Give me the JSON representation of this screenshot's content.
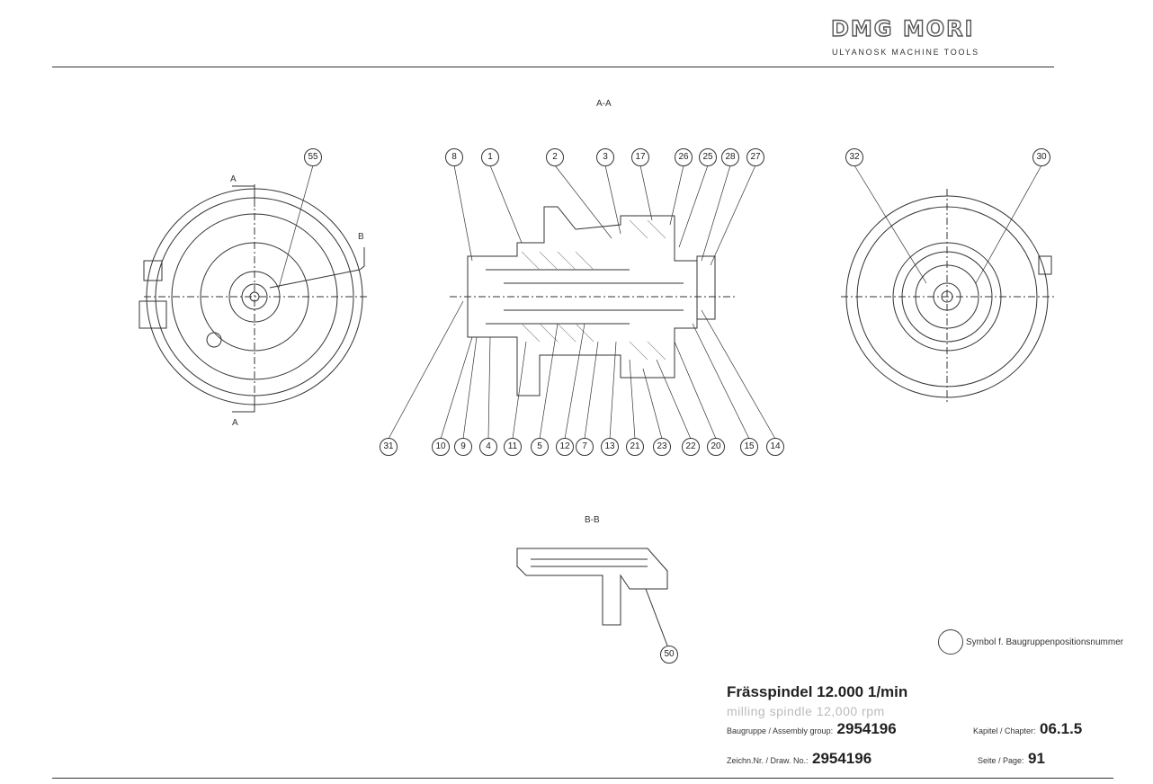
{
  "header": {
    "logo": "DMG MORI",
    "subtitle": "ULYANOSK MACHINE TOOLS"
  },
  "sections": {
    "aa": "A-A",
    "bb": "B-B",
    "cut_a_top": "A",
    "cut_a_bottom": "A",
    "cut_b": "B"
  },
  "balloons": {
    "left": [
      "55"
    ],
    "top": [
      "8",
      "1",
      "2",
      "3",
      "17",
      "26",
      "25",
      "28",
      "27"
    ],
    "right": [
      "32",
      "30"
    ],
    "bottom": [
      "31",
      "10",
      "9",
      "4",
      "11",
      "5",
      "12",
      "7",
      "13",
      "21",
      "23",
      "22",
      "20",
      "15",
      "14"
    ],
    "bb": [
      "50"
    ]
  },
  "legend": {
    "symbol_text": "Symbol f. Baugruppenpositionsnummer"
  },
  "title_block": {
    "title": "Frässpindel 12.000 1/min",
    "subtitle": "milling spindle 12,000 rpm",
    "assembly_label": "Baugruppe / Assembly group:",
    "assembly_value": "2954196",
    "chapter_label": "Kapitel / Chapter:",
    "chapter_value": "06.1.5",
    "draw_label": "Zeichn.Nr. / Draw. No.:",
    "draw_value": "2954196",
    "page_label": "Seite / Page:",
    "page_value": "91"
  }
}
